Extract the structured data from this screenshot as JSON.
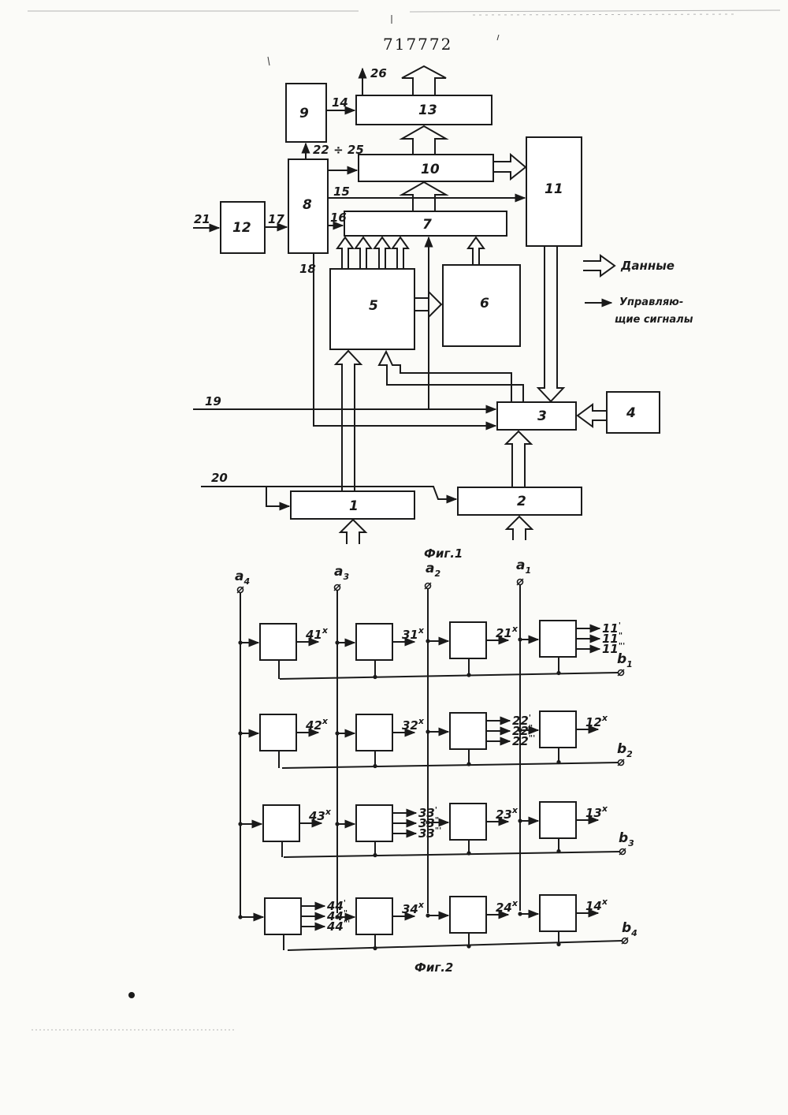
{
  "patent_number": "717772",
  "fig1": {
    "caption": "Фиг.1",
    "blocks": {
      "b1": "1",
      "b2": "2",
      "b3": "3",
      "b4": "4",
      "b5": "5",
      "b6": "6",
      "b7": "7",
      "b8": "8",
      "b9": "9",
      "b10": "10",
      "b11": "11",
      "b12": "12",
      "b13": "13"
    },
    "signals": {
      "s14": "14",
      "s15": "15",
      "s16": "16",
      "s17": "17",
      "s18": "18",
      "s19": "19",
      "s20": "20",
      "s21": "21",
      "s22_25": "22 ÷ 25",
      "s26": "26"
    },
    "legend": {
      "data_label": "Данные",
      "control_label_line1": "Управляю-",
      "control_label_line2": "щие сигналы"
    }
  },
  "fig2": {
    "caption": "Фиг.2",
    "columns": [
      {
        "main": "a",
        "sub": "4"
      },
      {
        "main": "a",
        "sub": "3"
      },
      {
        "main": "a",
        "sub": "2"
      },
      {
        "main": "a",
        "sub": "1"
      }
    ],
    "rows": [
      {
        "main": "b",
        "sub": "1"
      },
      {
        "main": "b",
        "sub": "2"
      },
      {
        "main": "b",
        "sub": "3"
      },
      {
        "main": "b",
        "sub": "4"
      }
    ],
    "cells": [
      [
        {
          "num": "41",
          "mark": "x"
        },
        {
          "num": "31",
          "mark": "x"
        },
        {
          "num": "21",
          "mark": "x"
        },
        {
          "outs": [
            {
              "num": "11",
              "mark": "'"
            },
            {
              "num": "11",
              "mark": "\""
            },
            {
              "num": "11",
              "mark": "\"'"
            }
          ]
        }
      ],
      [
        {
          "num": "42",
          "mark": "x"
        },
        {
          "num": "32",
          "mark": "x"
        },
        {
          "outs": [
            {
              "num": "22",
              "mark": "'"
            },
            {
              "num": "22",
              "mark": "\""
            },
            {
              "num": "22",
              "mark": "\"'"
            }
          ]
        },
        {
          "num": "12",
          "mark": "x"
        }
      ],
      [
        {
          "num": "43",
          "mark": "x"
        },
        {
          "outs": [
            {
              "num": "33",
              "mark": "'"
            },
            {
              "num": "33",
              "mark": "\""
            },
            {
              "num": "33",
              "mark": "\"'"
            }
          ]
        },
        {
          "num": "23",
          "mark": "x"
        },
        {
          "num": "13",
          "mark": "x"
        }
      ],
      [
        {
          "outs": [
            {
              "num": "44",
              "mark": "'"
            },
            {
              "num": "44",
              "mark": "\""
            },
            {
              "num": "44",
              "mark": "\"'"
            }
          ]
        },
        {
          "num": "34",
          "mark": "x"
        },
        {
          "num": "24",
          "mark": "x"
        },
        {
          "num": "14",
          "mark": "x"
        }
      ]
    ]
  }
}
